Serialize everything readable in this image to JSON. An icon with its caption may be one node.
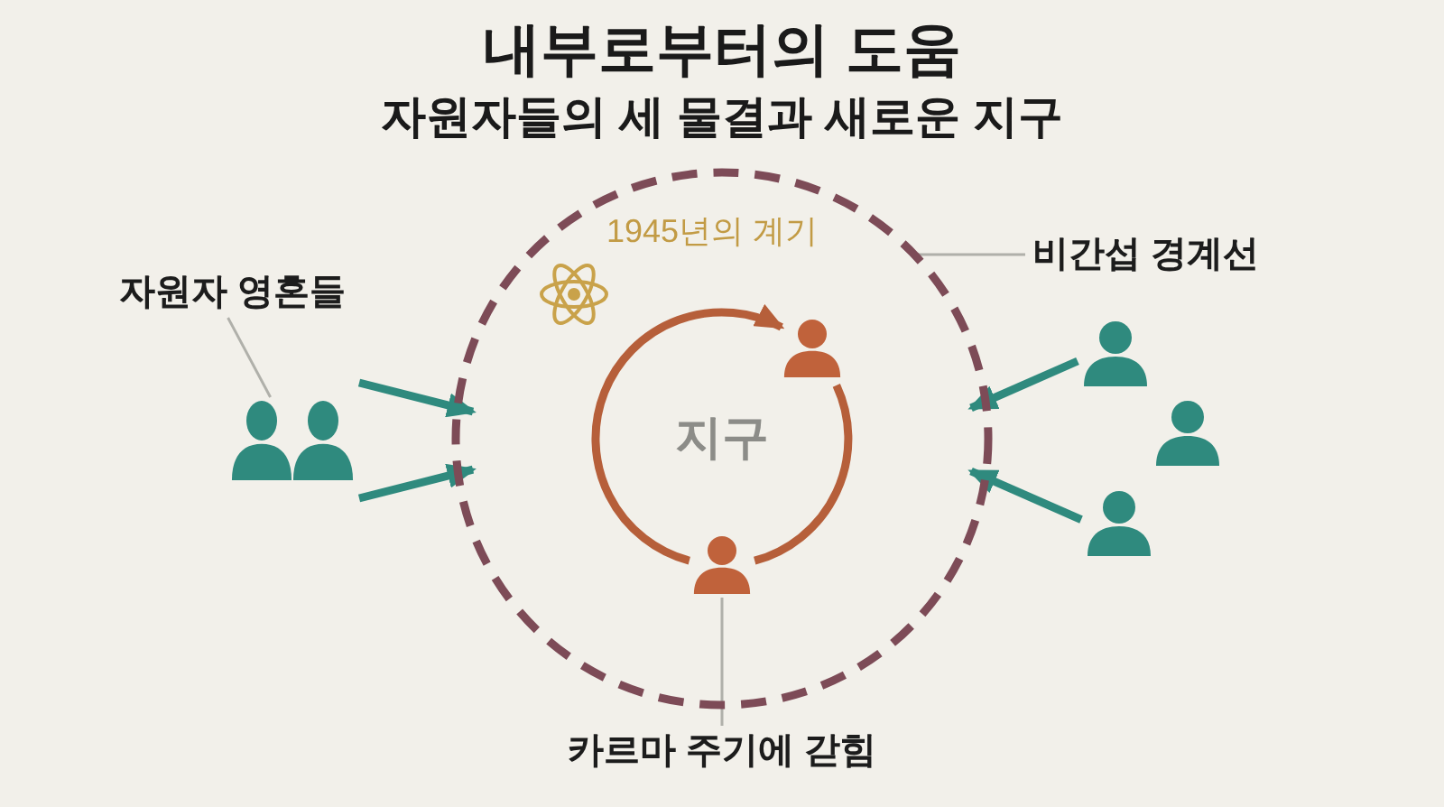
{
  "diagram": {
    "title": "내부로부터의 도움",
    "nodes": [
      {
        "text": [
          "비간섭 경계선"
        ]
      },
      {
        "text": [],
        "shape": "circle"
      },
      {
        "text": [
          "자원자 영혼들"
        ]
      },
      {
        "text": [],
        "shape": "person"
      },
      {
        "text": [],
        "shape": "person",
        "in": 1
      },
      {
        "text": [],
        "shape": "person"
      },
      {
        "text": [],
        "shape": "person"
      },
      {
        "text": [],
        "shape": "person",
        "in": 1
      },
      {
        "text": [],
        "shape": "person"
      },
      {
        "text": [
          "카르마 주기에 갇힘"
        ]
      }
    ],
    "edges": [
      {
        "from": 0,
        "to": 1,
        "arrow": "none",
        "color": "#b0b0aa"
      },
      {
        "from": 2,
        "to": 3,
        "arrow": "none",
        "color": "#b0b0aa"
      },
      {
        "from": 3,
        "to": 1,
        "arrow": "to"
      },
      {
        "from": 3,
        "to": 1,
        "arrow": "to"
      },
      {
        "from": 5,
        "to": 1,
        "arrow": "to"
      },
      {
        "from": 8,
        "to": 1,
        "arrow": "to"
      },
      {
        "from": 7,
        "to": 4,
        "arrow": "to",
        "color": "#b65f3a"
      },
      {
        "from": 4,
        "to": 7,
        "arrow": "none",
        "color": "#b65f3a"
      },
      {
        "from": 9,
        "to": 7,
        "arrow": "none",
        "color": "#b0b0aa"
      }
    ],
    "labels": [
      "자원자들의 세 물결과 새로운 지구",
      "1945년의 계기",
      "지구"
    ]
  }
}
